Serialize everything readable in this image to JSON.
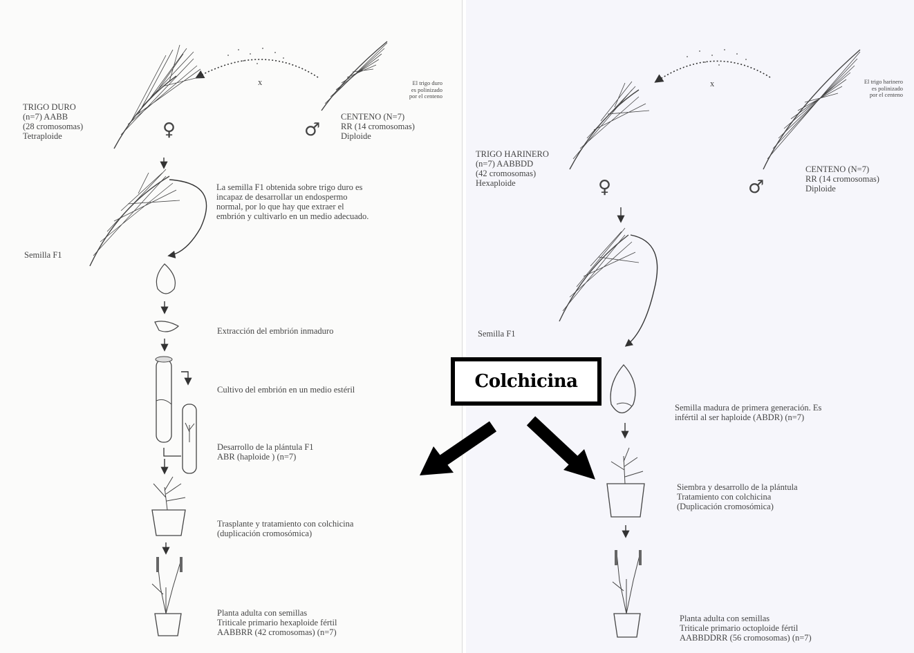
{
  "left": {
    "pollination_note": "El trigo duro\nes polinizado\npor el centeno",
    "cross_mark": "x",
    "female_parent": "TRIGO DURO\n(n=7) AABB\n(28 cromosomas)\nTetraploide",
    "male_parent": "CENTENO (N=7)\nRR (14 cromosomas)\nDiploide",
    "female_symbol": "♀",
    "male_symbol": "♂",
    "seed_note": "La semilla F1 obtenida sobre trigo duro es\nincapaz de desarrollar un endospermo\nnormal, por lo que hay que extraer el\nembrión y cultivarlo en un medio adecuado.",
    "seed_label": "Semilla F1",
    "step_extraction": "Extracción del embrión inmaduro",
    "step_culture": "Cultivo del embrión en un medio estéril",
    "step_plantlet": "Desarrollo de la plántula F1\nABR (haploide ) (n=7)",
    "step_transplant": "Trasplante y tratamiento con colchicina\n(duplicación cromosómica)",
    "step_adult": "Planta adulta con semillas\nTriticale primario hexaploide fértil\nAABBRR (42 cromosomas) (n=7)"
  },
  "right": {
    "pollination_note": "El trigo harinero\nes polinizado\npor el centeno",
    "cross_mark": "x",
    "female_parent": "TRIGO HARINERO\n(n=7) AABBDD\n(42 cromosomas)\nHexaploide",
    "male_parent": "CENTENO (N=7)\nRR (14 cromosomas)\nDiploide",
    "female_symbol": "♀",
    "male_symbol": "♂",
    "seed_label": "Semilla F1",
    "step_mature_seed": "Semilla madura de primera generación. Es\ninfértil al ser haploide (ABDR) (n=7)",
    "step_sowing": "Siembra y desarrollo de la plántula\nTratamiento con colchicina\n(Duplicación cromosómica)",
    "step_adult": "Planta adulta con semillas\nTriticale primario octoploide fértil\nAABBDDRR (56 cromosomas) (n=7)"
  },
  "callout": {
    "label": "Colchicina"
  }
}
